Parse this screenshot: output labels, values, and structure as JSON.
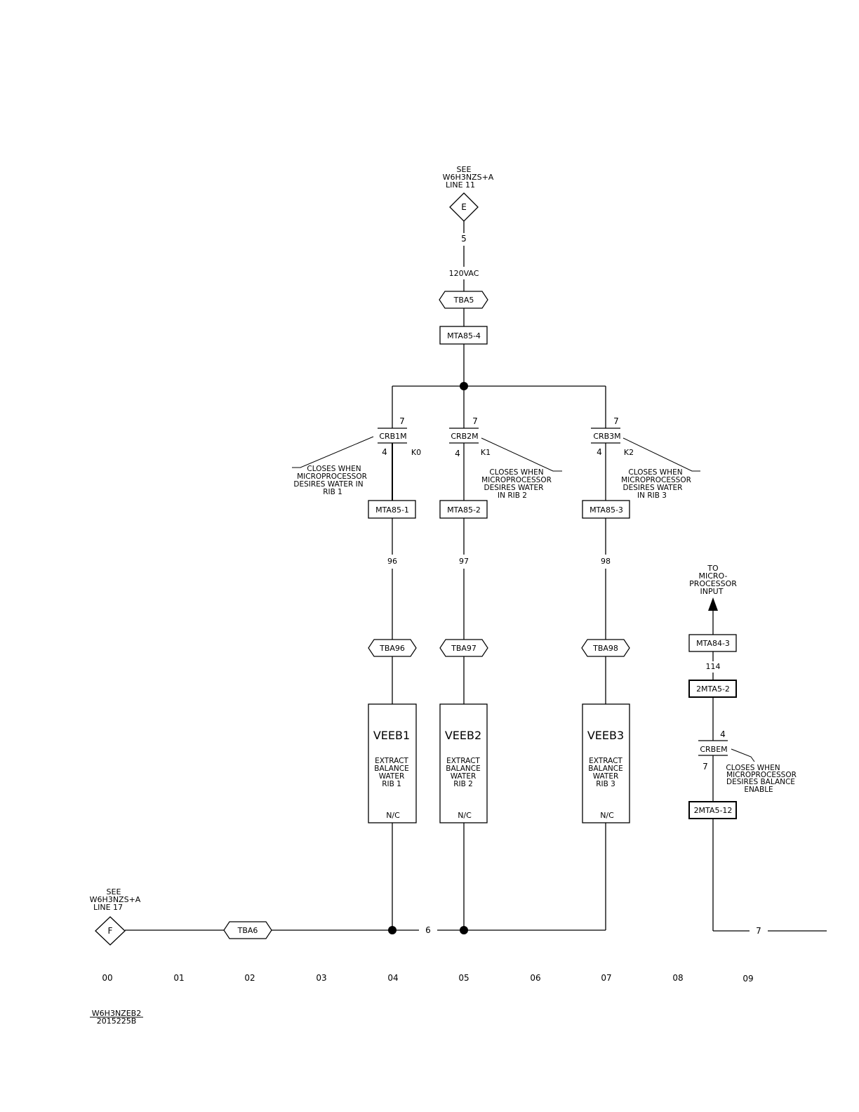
{
  "connectors": {
    "top": {
      "label": "E",
      "see": [
        "SEE",
        "W6H3NZS+A",
        "LINE 11"
      ]
    },
    "left": {
      "label": "F",
      "see": [
        "SEE",
        "W6H3NZS+A",
        "LINE 17"
      ]
    }
  },
  "supply": {
    "wire": "5",
    "voltage": "120VAC",
    "terminal": "TBA5",
    "plug": "MTA85-4"
  },
  "branches": [
    {
      "contact_top": "7",
      "contact": "CRB1M",
      "contact_bottom": "4",
      "k": "K0",
      "note": [
        "CLOSES WHEN",
        "MICROPROCESSOR",
        "DESIRES WATER IN",
        "RIB 1"
      ],
      "plug": "MTA85-1",
      "wire": "96",
      "terminal": "TBA96",
      "valve": "VEEB1",
      "valve_desc": [
        "EXTRACT",
        "BALANCE",
        "WATER",
        "RIB 1"
      ],
      "valve_state": "N/C"
    },
    {
      "contact_top": "7",
      "contact": "CRB2M",
      "contact_bottom": "4",
      "k": "K1",
      "note": [
        "CLOSES WHEN",
        "MICROPROCESSOR",
        "DESIRES WATER",
        "IN RIB 2"
      ],
      "plug": "MTA85-2",
      "wire": "97",
      "terminal": "TBA97",
      "valve": "VEEB2",
      "valve_desc": [
        "EXTRACT",
        "BALANCE",
        "WATER",
        "RIB 2"
      ],
      "valve_state": "N/C"
    },
    {
      "contact_top": "7",
      "contact": "CRB3M",
      "contact_bottom": "4",
      "k": "K2",
      "note": [
        "CLOSES WHEN",
        "MICROPROCESSOR",
        "DESIRES WATER",
        "IN RIB 3"
      ],
      "plug": "MTA85-3",
      "wire": "98",
      "terminal": "TBA98",
      "valve": "VEEB3",
      "valve_desc": [
        "EXTRACT",
        "BALANCE",
        "WATER",
        "RIB 3"
      ],
      "valve_state": "N/C"
    }
  ],
  "return": {
    "terminal": "TBA6",
    "wire": "6"
  },
  "balance": {
    "destination": [
      "TO",
      "MICRO-",
      "PROCESSOR",
      "INPUT"
    ],
    "plug_top": "MTA84-3",
    "wire_top": "114",
    "plug_mid": "2MTA5-2",
    "contact_top": "4",
    "contact": "CRBEM",
    "contact_bottom": "7",
    "note": [
      "CLOSES WHEN",
      "MICROPROCESSOR",
      "DESIRES BALANCE",
      "ENABLE"
    ],
    "plug_bottom": "2MTA5-12",
    "wire_bottom": "7"
  },
  "line_numbers": [
    "00",
    "01",
    "02",
    "03",
    "04",
    "05",
    "06",
    "07",
    "08",
    "09"
  ],
  "drawing": {
    "name": "W6H3NZEB2",
    "number": "2015225B"
  }
}
